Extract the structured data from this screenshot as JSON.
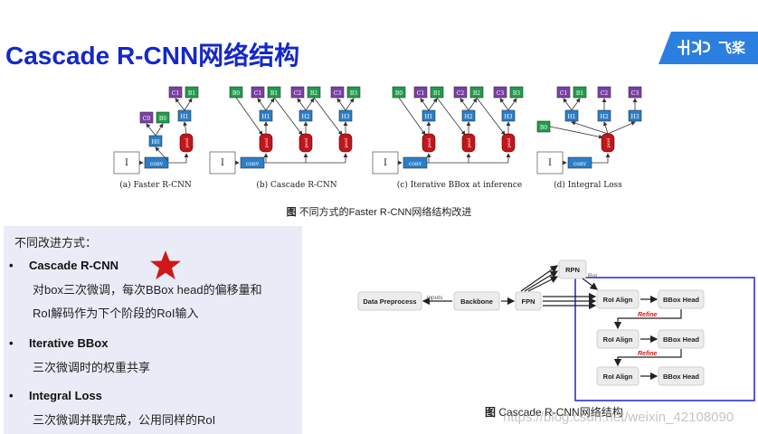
{
  "slide": {
    "title": "Cascade R-CNN网络结构",
    "logo_text": "飞桨"
  },
  "top_figure": {
    "caption_prefix": "图",
    "caption": "不同方式的Faster R-CNN网络结构改进",
    "panels": [
      {
        "label": "(a) Faster R-CNN"
      },
      {
        "label": "(b) Cascade R-CNN"
      },
      {
        "label": "(c) Iterative BBox at inference"
      },
      {
        "label": "(d) Integral Loss"
      }
    ],
    "node_labels": {
      "input": "I",
      "conv": "conv",
      "pool": "pool",
      "H0": "H0",
      "H1": "H1",
      "H2": "H2",
      "H3": "H3",
      "C0": "C0",
      "C1": "C1",
      "C2": "C2",
      "C3": "C3",
      "B0": "B0",
      "B1": "B1",
      "B2": "B2",
      "B3": "B3"
    },
    "colors": {
      "classifier": "#7b3fa8",
      "bbox": "#1f9d4c",
      "head": "#2a7ec8",
      "pool": "#c0161c"
    }
  },
  "left_panel": {
    "heading": "不同改进方式：",
    "items": [
      {
        "bullet": "•",
        "name": "Cascade R-CNN",
        "lines": [
          "对box三次微调，每次BBox head的偏移量和",
          "RoI解码作为下个阶段的RoI输入"
        ]
      },
      {
        "bullet": "•",
        "name": "Iterative BBox",
        "lines": [
          "三次微调时的权重共享"
        ]
      },
      {
        "bullet": "•",
        "name": "Integral Loss",
        "lines": [
          "三次微调并联完成，公用同样的RoI"
        ]
      }
    ]
  },
  "right_figure": {
    "caption_prefix": "图",
    "caption": "Cascade R-CNN网络结构",
    "nodes": {
      "data_pre": "Data Preprocess",
      "inputs": "inputs",
      "backbone": "Backbone",
      "fpn": "FPN",
      "rpn": "RPN",
      "rpn_out": "RoI",
      "roi_align": "RoI Align",
      "bbox_head": "BBox Head",
      "refine": "Refine"
    }
  },
  "watermark": "https://blog.csdn.net/weixin_42108090"
}
